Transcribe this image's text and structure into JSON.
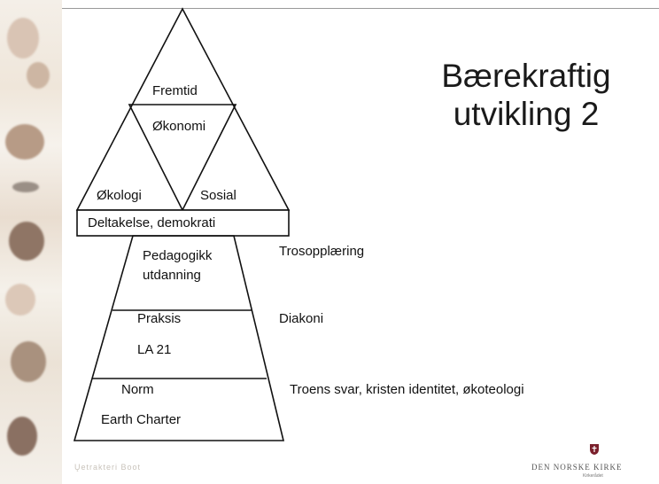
{
  "title": "Bærekraftig utvikling 2",
  "triangle": {
    "top": "Fremtid",
    "middle": "Økonomi",
    "left": "Økologi",
    "right": "Sosial"
  },
  "band": "Deltakelse, demokrati",
  "pyramid": {
    "level1": {
      "line1": "Pedagogikk",
      "line2": "utdanning"
    },
    "level2": {
      "line1": "Praksis",
      "line2": "LA 21"
    },
    "level3": {
      "line1": "Norm",
      "line2": "Earth Charter"
    }
  },
  "side_labels": {
    "level1": "Trosopplæring",
    "level2": "Diakoni",
    "level3": "Troens svar, kristen identitet, økoteologi"
  },
  "footer": {
    "left_text": "Ųetrakteri Boot",
    "church_name": "DEN NORSKE KIRKE",
    "church_sub": "Kirkerådet"
  }
}
